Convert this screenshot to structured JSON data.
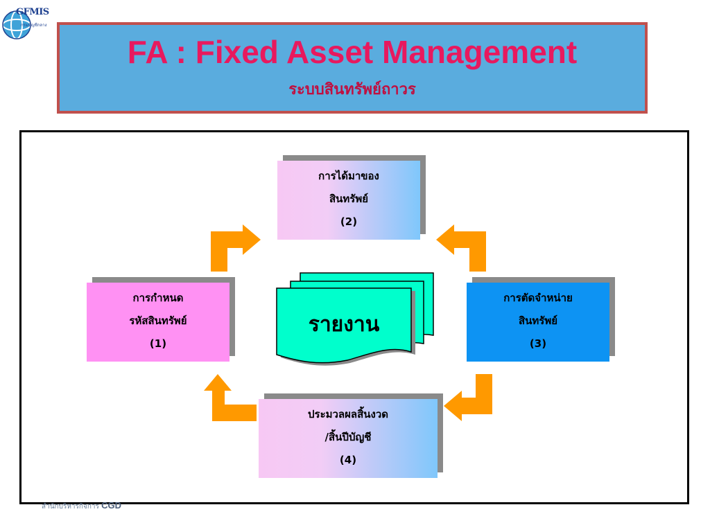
{
  "logo": {
    "text": "GFMIS",
    "subtext": "กรมบัญชีกลาง"
  },
  "header": {
    "title": "FA : Fixed Asset Management",
    "subtitle": "ระบบสินทรัพย์ถาวร"
  },
  "diagram": {
    "center": {
      "label": "รายงาน"
    },
    "nodes": [
      {
        "id": "1",
        "line1": "การกำหนด",
        "line2": "รหัสสินทรัพย์",
        "number": "(1)"
      },
      {
        "id": "2",
        "line1": "การได้มาของ",
        "line2": "สินทรัพย์",
        "number": "(2)"
      },
      {
        "id": "3",
        "line1": "การตัดจำหน่าย",
        "line2": "สินทรัพย์",
        "number": "(3)"
      },
      {
        "id": "4",
        "line1": "ประมวลผลสิ้นงวด",
        "line2": "/สิ้นปีบัญชี",
        "number": "(4)"
      }
    ],
    "colors": {
      "arrow": "#ff9900",
      "report_fill": "#00ffcc",
      "box1": "#ff91f3",
      "box3": "#0d93f3"
    }
  },
  "footer": {
    "org": "สำนักบริหารกิจการ",
    "code": "CGD"
  }
}
